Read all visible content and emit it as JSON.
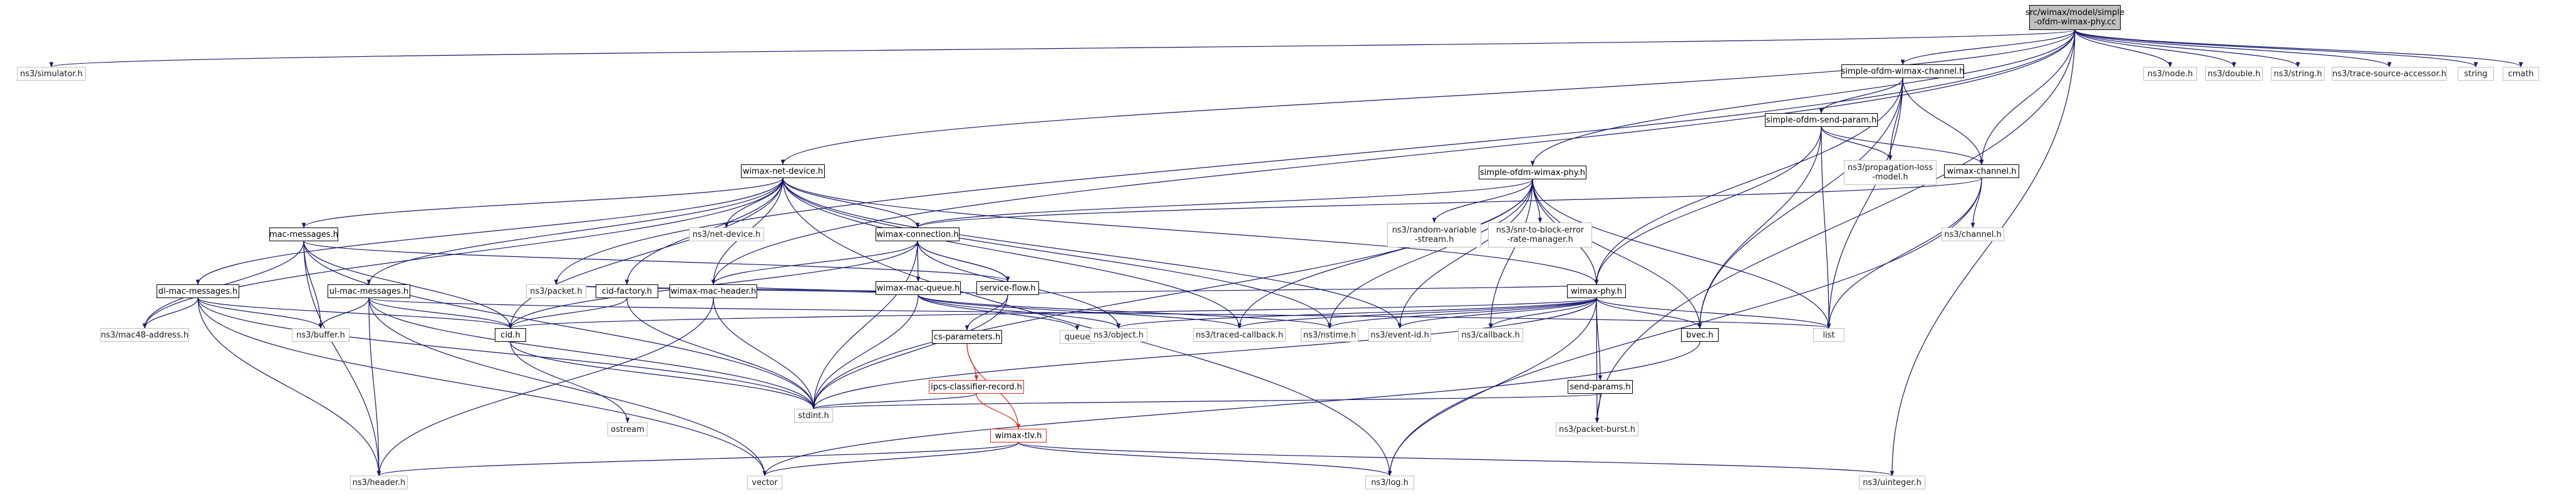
{
  "graph": {
    "type": "include-dependency-graph",
    "root": "src/wimax/model/simple-ofdm-wimax-phy.cc",
    "colors": {
      "edge_include": "#191970",
      "edge_red": "#e0281e",
      "root_fill": "#bfbfbf",
      "node_border_solid": "#000000",
      "node_border_faint": "#bfbfbf",
      "node_border_red": "#e0281e"
    },
    "nodes": {
      "root": {
        "label": "src/wimax/model/simple\n-ofdm-wimax-phy.cc"
      },
      "ns3_simulator_h": {
        "label": "ns3/simulator.h"
      },
      "ns3_node_h": {
        "label": "ns3/node.h"
      },
      "ns3_double_h": {
        "label": "ns3/double.h"
      },
      "ns3_string_h": {
        "label": "ns3/string.h"
      },
      "ns3_trace_source_accessor_h": {
        "label": "ns3/trace-source-accessor.h"
      },
      "string_std": {
        "label": "string"
      },
      "cmath_std": {
        "label": "cmath"
      },
      "simple_ofdm_wimax_channel_h": {
        "label": "simple-ofdm-wimax-channel.h"
      },
      "simple_ofdm_send_param_h": {
        "label": "simple-ofdm-send-param.h"
      },
      "ns3_propagation_loss_model_h": {
        "label": "ns3/propagation-loss\n-model.h"
      },
      "wimax_channel_h": {
        "label": "wimax-channel.h"
      },
      "wimax_net_device_h": {
        "label": "wimax-net-device.h"
      },
      "simple_ofdm_wimax_phy_h": {
        "label": "simple-ofdm-wimax-phy.h"
      },
      "ns3_channel_h": {
        "label": "ns3/channel.h"
      },
      "mac_messages_h": {
        "label": "mac-messages.h"
      },
      "ns3_net_device_h": {
        "label": "ns3/net-device.h"
      },
      "wimax_connection_h": {
        "label": "wimax-connection.h"
      },
      "ns3_random_variable_stream_h": {
        "label": "ns3/random-variable\n-stream.h"
      },
      "ns3_snr_to_block_error_rate_manager_h": {
        "label": "ns3/snr-to-block-error\n-rate-manager.h"
      },
      "wimax_mac_queue_h": {
        "label": "wimax-mac-queue.h"
      },
      "service_flow_h": {
        "label": "service-flow.h"
      },
      "queue_std": {
        "label": "queue"
      },
      "dl_mac_messages_h": {
        "label": "dl-mac-messages.h"
      },
      "ul_mac_messages_h": {
        "label": "ul-mac-messages.h"
      },
      "cid_factory_h": {
        "label": "cid-factory.h"
      },
      "wimax_mac_header_h": {
        "label": "wimax-mac-header.h"
      },
      "ns3_packet_h": {
        "label": "ns3/packet.h"
      },
      "cs_parameters_h": {
        "label": "cs-parameters.h"
      },
      "wimax_phy_h": {
        "label": "wimax-phy.h"
      },
      "list_std": {
        "label": "list"
      },
      "ns3_mac48_address_h": {
        "label": "ns3/mac48-address.h"
      },
      "ns3_buffer_h": {
        "label": "ns3/buffer.h"
      },
      "cid_h": {
        "label": "cid.h"
      },
      "ns3_object_h": {
        "label": "ns3/object.h"
      },
      "ns3_traced_callback_h": {
        "label": "ns3/traced-callback.h"
      },
      "ns3_nstime_h": {
        "label": "ns3/nstime.h"
      },
      "ns3_event_id_h": {
        "label": "ns3/event-id.h"
      },
      "ns3_callback_h": {
        "label": "ns3/callback.h"
      },
      "bvec_h": {
        "label": "bvec.h"
      },
      "send_params_h": {
        "label": "send-params.h"
      },
      "ipcs_classifier_record_h": {
        "label": "ipcs-classifier-record.h"
      },
      "ostream_std": {
        "label": "ostream"
      },
      "stdint_h": {
        "label": "stdint.h"
      },
      "ns3_packet_burst_h": {
        "label": "ns3/packet-burst.h"
      },
      "wimax_tlv_h": {
        "label": "wimax-tlv.h"
      },
      "ns3_header_h": {
        "label": "ns3/header.h"
      },
      "vector_std": {
        "label": "vector"
      },
      "ns3_log_h": {
        "label": "ns3/log.h"
      },
      "ns3_uinteger_h": {
        "label": "ns3/uinteger.h"
      }
    },
    "edges": [
      [
        "root",
        "ns3_simulator_h"
      ],
      [
        "root",
        "ns3_node_h"
      ],
      [
        "root",
        "ns3_double_h"
      ],
      [
        "root",
        "ns3_string_h"
      ],
      [
        "root",
        "ns3_trace_source_accessor_h"
      ],
      [
        "root",
        "string_std"
      ],
      [
        "root",
        "cmath_std"
      ],
      [
        "root",
        "simple_ofdm_wimax_channel_h"
      ],
      [
        "root",
        "wimax_net_device_h"
      ],
      [
        "root",
        "simple_ofdm_wimax_phy_h"
      ],
      [
        "root",
        "wimax_channel_h"
      ],
      [
        "root",
        "ns3_packet_h"
      ],
      [
        "root",
        "wimax_mac_header_h"
      ],
      [
        "root",
        "ns3_packet_burst_h"
      ],
      [
        "root",
        "ns3_uinteger_h"
      ],
      [
        "simple_ofdm_wimax_channel_h",
        "simple_ofdm_send_param_h"
      ],
      [
        "simple_ofdm_wimax_channel_h",
        "ns3_propagation_loss_model_h"
      ],
      [
        "simple_ofdm_wimax_channel_h",
        "wimax_channel_h"
      ],
      [
        "simple_ofdm_wimax_channel_h",
        "wimax_phy_h"
      ],
      [
        "simple_ofdm_wimax_channel_h",
        "bvec_h"
      ],
      [
        "simple_ofdm_wimax_channel_h",
        "list_std"
      ],
      [
        "simple_ofdm_send_param_h",
        "ns3_propagation_loss_model_h"
      ],
      [
        "simple_ofdm_send_param_h",
        "wimax_channel_h"
      ],
      [
        "simple_ofdm_send_param_h",
        "wimax_phy_h"
      ],
      [
        "simple_ofdm_send_param_h",
        "bvec_h"
      ],
      [
        "simple_ofdm_send_param_h",
        "list_std"
      ],
      [
        "wimax_channel_h",
        "ns3_channel_h"
      ],
      [
        "wimax_channel_h",
        "wimax_connection_h"
      ],
      [
        "wimax_channel_h",
        "list_std"
      ],
      [
        "wimax_channel_h",
        "ns3_log_h"
      ],
      [
        "wimax_net_device_h",
        "ns3_net_device_h"
      ],
      [
        "wimax_net_device_h",
        "mac_messages_h"
      ],
      [
        "wimax_net_device_h",
        "wimax_connection_h"
      ],
      [
        "wimax_net_device_h",
        "dl_mac_messages_h"
      ],
      [
        "wimax_net_device_h",
        "ul_mac_messages_h"
      ],
      [
        "wimax_net_device_h",
        "cid_factory_h"
      ],
      [
        "wimax_net_device_h",
        "wimax_mac_header_h"
      ],
      [
        "wimax_net_device_h",
        "wimax_phy_h"
      ],
      [
        "wimax_net_device_h",
        "cid_h"
      ],
      [
        "wimax_net_device_h",
        "ns3_traced_callback_h"
      ],
      [
        "wimax_net_device_h",
        "ns3_nstime_h"
      ],
      [
        "wimax_net_device_h",
        "ns3_event_id_h"
      ],
      [
        "wimax_net_device_h",
        "ns3_mac48_address_h"
      ],
      [
        "wimax_net_device_h",
        "ns3_log_h"
      ],
      [
        "simple_ofdm_wimax_phy_h",
        "wimax_connection_h"
      ],
      [
        "simple_ofdm_wimax_phy_h",
        "ns3_random_variable_stream_h"
      ],
      [
        "simple_ofdm_wimax_phy_h",
        "ns3_snr_to_block_error_rate_manager_h"
      ],
      [
        "simple_ofdm_wimax_phy_h",
        "wimax_phy_h"
      ],
      [
        "simple_ofdm_wimax_phy_h",
        "ns3_event_id_h"
      ],
      [
        "simple_ofdm_wimax_phy_h",
        "ns3_callback_h"
      ],
      [
        "simple_ofdm_wimax_phy_h",
        "bvec_h"
      ],
      [
        "simple_ofdm_wimax_phy_h",
        "list_std"
      ],
      [
        "simple_ofdm_wimax_phy_h",
        "ns3_traced_callback_h"
      ],
      [
        "simple_ofdm_wimax_phy_h",
        "ns3_nstime_h"
      ],
      [
        "simple_ofdm_wimax_phy_h",
        "stdint_h"
      ],
      [
        "mac_messages_h",
        "service_flow_h"
      ],
      [
        "mac_messages_h",
        "cid_h"
      ],
      [
        "mac_messages_h",
        "ns3_mac48_address_h"
      ],
      [
        "mac_messages_h",
        "ns3_buffer_h"
      ],
      [
        "mac_messages_h",
        "stdint_h"
      ],
      [
        "mac_messages_h",
        "ns3_header_h"
      ],
      [
        "wimax_connection_h",
        "wimax_mac_queue_h"
      ],
      [
        "wimax_connection_h",
        "service_flow_h"
      ],
      [
        "wimax_connection_h",
        "cid_h"
      ],
      [
        "wimax_connection_h",
        "wimax_mac_header_h"
      ],
      [
        "wimax_connection_h",
        "ns3_object_h"
      ],
      [
        "wimax_connection_h",
        "stdint_h"
      ],
      [
        "wimax_mac_queue_h",
        "wimax_mac_header_h"
      ],
      [
        "wimax_mac_queue_h",
        "queue_std"
      ],
      [
        "wimax_mac_queue_h",
        "ns3_packet_h"
      ],
      [
        "wimax_mac_queue_h",
        "ns3_object_h"
      ],
      [
        "wimax_mac_queue_h",
        "ns3_traced_callback_h"
      ],
      [
        "wimax_mac_queue_h",
        "ns3_nstime_h"
      ],
      [
        "wimax_mac_queue_h",
        "stdint_h"
      ],
      [
        "service_flow_h",
        "wimax_connection_h"
      ],
      [
        "service_flow_h",
        "cs_parameters_h"
      ],
      [
        "service_flow_h",
        "wimax_phy_h"
      ],
      [
        "service_flow_h",
        "ns3_packet_h"
      ],
      [
        "service_flow_h",
        "stdint_h"
      ],
      [
        "dl_mac_messages_h",
        "cid_h"
      ],
      [
        "dl_mac_messages_h",
        "ns3_mac48_address_h"
      ],
      [
        "dl_mac_messages_h",
        "ns3_buffer_h"
      ],
      [
        "dl_mac_messages_h",
        "stdint_h"
      ],
      [
        "dl_mac_messages_h",
        "ns3_header_h"
      ],
      [
        "dl_mac_messages_h",
        "vector_std"
      ],
      [
        "ul_mac_messages_h",
        "cid_h"
      ],
      [
        "ul_mac_messages_h",
        "ns3_buffer_h"
      ],
      [
        "ul_mac_messages_h",
        "stdint_h"
      ],
      [
        "ul_mac_messages_h",
        "ns3_header_h"
      ],
      [
        "ul_mac_messages_h",
        "vector_std"
      ],
      [
        "ul_mac_messages_h",
        "list_std"
      ],
      [
        "cid_factory_h",
        "cid_h"
      ],
      [
        "cid_factory_h",
        "stdint_h"
      ],
      [
        "wimax_mac_header_h",
        "stdint_h"
      ],
      [
        "wimax_mac_header_h",
        "ns3_header_h"
      ],
      [
        "cs_parameters_h",
        "ipcs_classifier_record_h"
      ],
      [
        "cs_parameters_h",
        "wimax_tlv_h"
      ],
      [
        "wimax_phy_h",
        "ns3_object_h"
      ],
      [
        "wimax_phy_h",
        "ns3_traced_callback_h"
      ],
      [
        "wimax_phy_h",
        "ns3_nstime_h"
      ],
      [
        "wimax_phy_h",
        "ns3_event_id_h"
      ],
      [
        "wimax_phy_h",
        "ns3_callback_h"
      ],
      [
        "wimax_phy_h",
        "bvec_h"
      ],
      [
        "wimax_phy_h",
        "send_params_h"
      ],
      [
        "wimax_phy_h",
        "list_std"
      ],
      [
        "wimax_phy_h",
        "stdint_h"
      ],
      [
        "wimax_phy_h",
        "ns3_log_h"
      ],
      [
        "wimax_phy_h",
        "ns3_packet_burst_h"
      ],
      [
        "wimax_phy_h",
        "cid_h"
      ],
      [
        "cid_h",
        "ostream_std"
      ],
      [
        "cid_h",
        "stdint_h"
      ],
      [
        "bvec_h",
        "vector_std"
      ],
      [
        "send_params_h",
        "ns3_packet_burst_h"
      ],
      [
        "send_params_h",
        "stdint_h"
      ],
      [
        "ipcs_classifier_record_h",
        "wimax_tlv_h"
      ],
      [
        "ipcs_classifier_record_h",
        "stdint_h"
      ],
      [
        "wimax_tlv_h",
        "ns3_header_h"
      ],
      [
        "wimax_tlv_h",
        "vector_std"
      ],
      [
        "wimax_tlv_h",
        "ns3_log_h"
      ],
      [
        "wimax_tlv_h",
        "ns3_uinteger_h"
      ]
    ]
  }
}
